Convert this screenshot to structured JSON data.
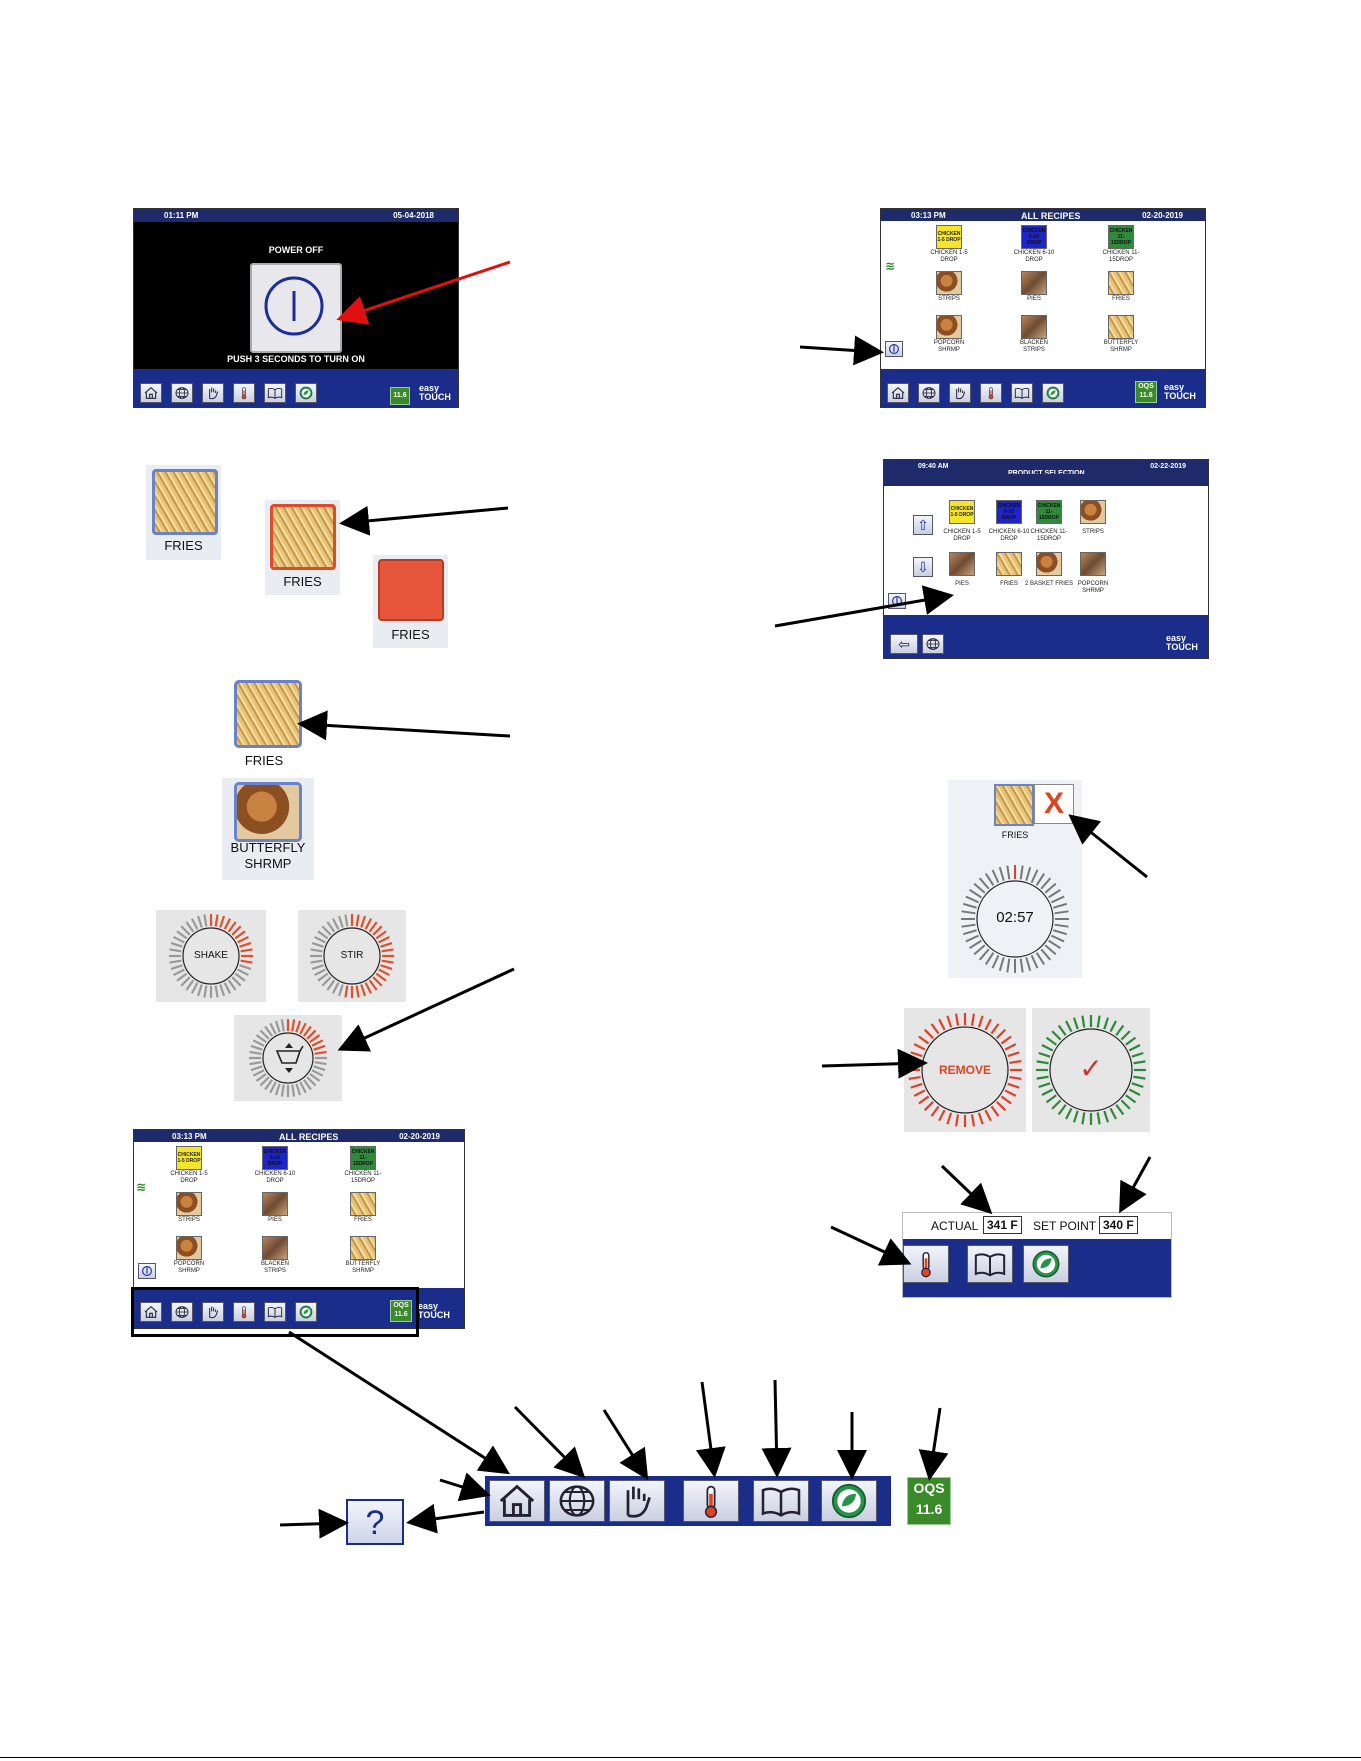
{
  "screen_power": {
    "time": "01:11 PM",
    "date": "05-04-2018",
    "title": "POWER OFF",
    "instruction": "PUSH 3 SECONDS TO TURN ON",
    "oqs_value": "11.6",
    "brand_line1": "easy",
    "brand_line2": "TOUCH"
  },
  "screen_recipes": {
    "time": "03:13 PM",
    "title": "ALL RECIPES",
    "date": "02-20-2019",
    "tiles": [
      {
        "top": "CHICKEN 1-5 DROP",
        "label": "CHICKEN 1-5 DROP",
        "color": "#f5e52a"
      },
      {
        "top": "CHICKEN 6-10 DROP",
        "label": "CHICKEN 6-10 DROP",
        "color": "#1d24c8"
      },
      {
        "top": "CHICKEN 11-15DROP",
        "label": "CHICKEN 11-15DROP",
        "color": "#2f8a3a"
      },
      {
        "label": "STRIPS"
      },
      {
        "label": "PIES"
      },
      {
        "label": "FRIES"
      },
      {
        "label": "POPCORN SHRMP"
      },
      {
        "label": "BLACKEN STRIPS"
      },
      {
        "label": "BUTTERFLY SHRMP"
      }
    ],
    "oqs_label": "OQS",
    "oqs_value": "11.6",
    "brand_line1": "easy",
    "brand_line2": "TOUCH"
  },
  "fries_buttons": {
    "normal": "FRIES",
    "selected": "FRIES",
    "orange": "FRIES"
  },
  "screen_product": {
    "time": "09:40 AM",
    "title": "PRODUCT SELECTION",
    "date": "02-22-2019",
    "tiles": [
      {
        "top": "CHICKEN 1-5 DROP",
        "label": "CHICKEN 1-5 DROP",
        "color": "#f5e52a"
      },
      {
        "top": "CHICKEN 6-10 DROP",
        "label": "CHICKEN 6-10 DROP",
        "color": "#1d24c8"
      },
      {
        "top": "CHICKEN 11-15DROP",
        "label": "CHICKEN 11-15DROP",
        "color": "#2f8a3a"
      },
      {
        "label": "STRIPS"
      },
      {
        "label": "PIES"
      },
      {
        "label": "FRIES"
      },
      {
        "label": "2 BASKET FRIES"
      },
      {
        "label": "POPCORN SHRMP"
      }
    ],
    "brand_line1": "easy",
    "brand_line2": "TOUCH"
  },
  "product_buttons": {
    "fries": "FRIES",
    "butterfly_line1": "BUTTERFLY",
    "butterfly_line2": "SHRMP"
  },
  "cook_timer": {
    "product": "FRIES",
    "cancel": "X",
    "time": "02:57"
  },
  "prompts": {
    "shake": "SHAKE",
    "stir": "STIR",
    "remove": "REMOVE",
    "done": "✓"
  },
  "temperature": {
    "actual_label": "ACTUAL",
    "actual_value": "341 F",
    "setpoint_label": "SET POINT",
    "setpoint_value": "340 F"
  },
  "navbar": {
    "help": "?",
    "oqs_label": "OQS",
    "oqs_value": "11.6",
    "icons": [
      "home-icon",
      "globe-icon",
      "hand-icon",
      "thermometer-icon",
      "book-icon",
      "leaf-icon"
    ]
  }
}
